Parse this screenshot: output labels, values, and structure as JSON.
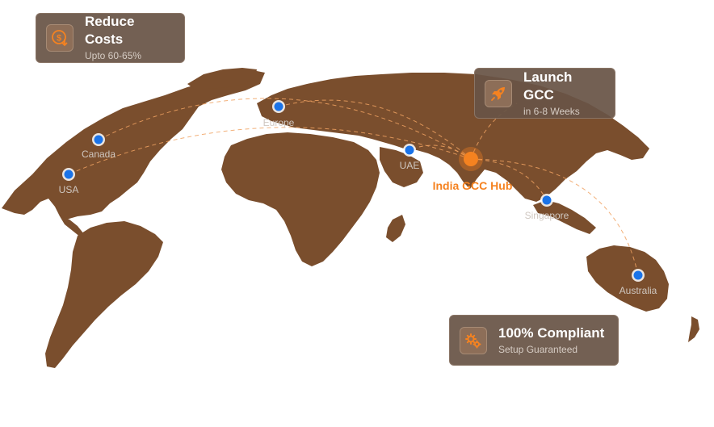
{
  "cards": {
    "reduce_costs": {
      "title": "Reduce Costs",
      "subtitle": "Upto 60-65%",
      "icon": "dollar-down-icon"
    },
    "launch_gcc": {
      "title": "Launch GCC",
      "subtitle": "in 6-8 Weeks",
      "icon": "rocket-icon"
    },
    "compliant": {
      "title": "100% Compliant",
      "subtitle": "Setup Guaranteed",
      "icon": "gears-icon"
    }
  },
  "locations": {
    "canada": "Canada",
    "usa": "USA",
    "europe": "Europe",
    "uae": "UAE",
    "singapore": "Singapore",
    "australia": "Australia"
  },
  "hub": {
    "label": "India GCC Hub"
  },
  "colors": {
    "land": "#7a4e2d",
    "accent": "#f58220",
    "location_dot": "#1a73e8",
    "card_bg": "#685446"
  }
}
